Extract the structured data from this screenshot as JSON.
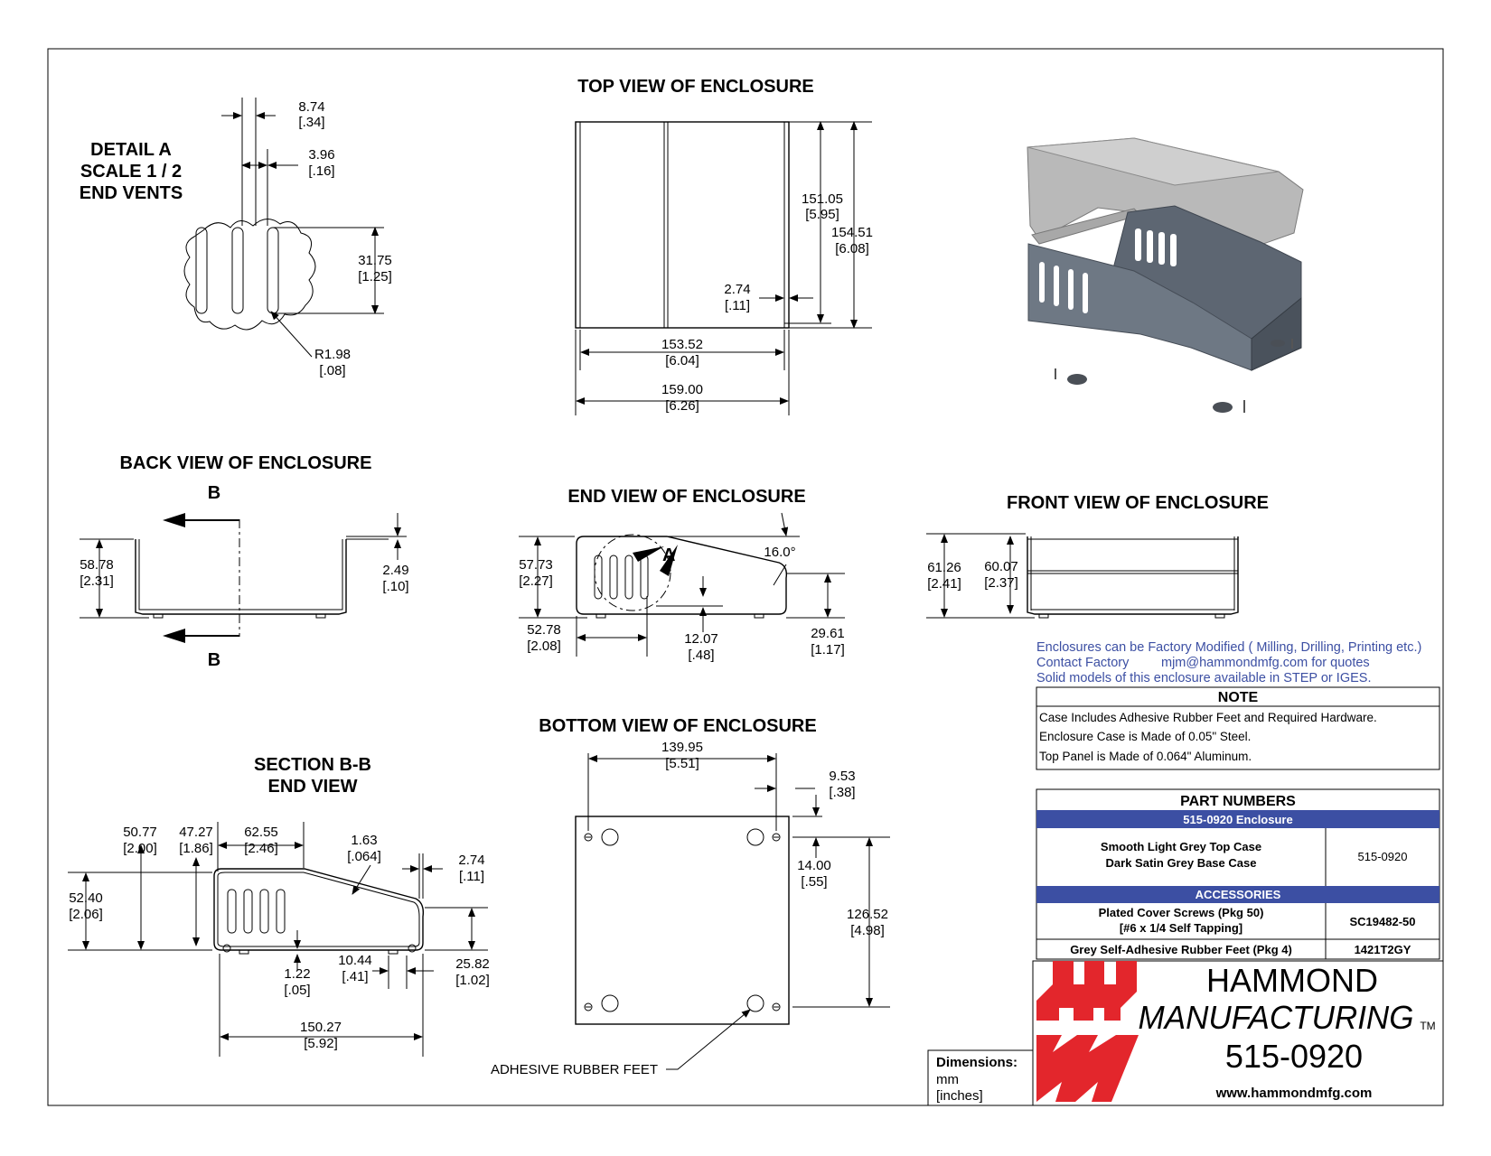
{
  "views": {
    "top": {
      "title": "TOP VIEW OF ENCLOSURE"
    },
    "back": {
      "title": "BACK VIEW OF ENCLOSURE",
      "section_mark": "B"
    },
    "end": {
      "title": "END VIEW OF ENCLOSURE",
      "detail_mark": "A",
      "angle": "16.0°"
    },
    "front": {
      "title": "FRONT VIEW OF ENCLOSURE"
    },
    "bottom": {
      "title": "BOTTOM VIEW OF ENCLOSURE",
      "callout": "ADHESIVE RUBBER FEET"
    },
    "section": {
      "title_line1": "SECTION B-B",
      "title_line2": "END VIEW"
    },
    "detail": {
      "line1": "DETAIL  A",
      "line2": "SCALE 1 / 2",
      "line3": "END VENTS"
    }
  },
  "dimensions": {
    "d_8_74": {
      "mm": "8.74",
      "in": "[.34]"
    },
    "d_3_96": {
      "mm": "3.96",
      "in": "[.16]"
    },
    "d_31_75": {
      "mm": "31.75",
      "in": "[1.25]"
    },
    "d_r1_98": {
      "mm": "R1.98",
      "in": "[.08]"
    },
    "d_151_05": {
      "mm": "151.05",
      "in": "[5.95]"
    },
    "d_154_51": {
      "mm": "154.51",
      "in": "[6.08]"
    },
    "d_2_74_top": {
      "mm": "2.74",
      "in": "[.11]"
    },
    "d_153_52": {
      "mm": "153.52",
      "in": "[6.04]"
    },
    "d_159_00": {
      "mm": "159.00",
      "in": "[6.26]"
    },
    "d_58_78": {
      "mm": "58.78",
      "in": "[2.31]"
    },
    "d_2_49": {
      "mm": "2.49",
      "in": "[.10]"
    },
    "d_57_73": {
      "mm": "57.73",
      "in": "[2.27]"
    },
    "d_52_78": {
      "mm": "52.78",
      "in": "[2.08]"
    },
    "d_12_07": {
      "mm": "12.07",
      "in": "[.48]"
    },
    "d_29_61": {
      "mm": "29.61",
      "in": "[1.17]"
    },
    "d_61_26": {
      "mm": "61.26",
      "in": "[2.41]"
    },
    "d_60_07": {
      "mm": "60.07",
      "in": "[2.37]"
    },
    "d_50_77": {
      "mm": "50.77",
      "in": "[2.00]"
    },
    "d_47_27": {
      "mm": "47.27",
      "in": "[1.86]"
    },
    "d_62_55": {
      "mm": "62.55",
      "in": "[2.46]"
    },
    "d_1_63": {
      "mm": "1.63",
      "in": "[.064]"
    },
    "d_2_74_sec": {
      "mm": "2.74",
      "in": "[.11]"
    },
    "d_52_40": {
      "mm": "52.40",
      "in": "[2.06]"
    },
    "d_1_22": {
      "mm": "1.22",
      "in": "[.05]"
    },
    "d_10_44": {
      "mm": "10.44",
      "in": "[.41]"
    },
    "d_25_82": {
      "mm": "25.82",
      "in": "[1.02]"
    },
    "d_150_27": {
      "mm": "150.27",
      "in": "[5.92]"
    },
    "d_139_95": {
      "mm": "139.95",
      "in": "[5.51]"
    },
    "d_9_53": {
      "mm": "9.53",
      "in": "[.38]"
    },
    "d_14_00": {
      "mm": "14.00",
      "in": "[.55]"
    },
    "d_126_52": {
      "mm": "126.52",
      "in": "[4.98]"
    }
  },
  "info": {
    "line1": "Enclosures can be Factory Modified ( Milling, Drilling, Printing etc.)",
    "line2_label": "Contact Factory",
    "line2_email": "mjm@hammondmfg.com for quotes",
    "line3": "Solid models of this enclosure available in STEP or IGES."
  },
  "note": {
    "header": "NOTE",
    "lines": [
      "Case Includes Adhesive Rubber Feet and Required Hardware.",
      "Enclosure Case is Made of 0.05\" Steel.",
      "Top Panel is Made of 0.064\" Aluminum."
    ]
  },
  "parts": {
    "header": "PART NUMBERS",
    "enclosure_band": "515-0920 Enclosure",
    "desc_line1": "Smooth Light Grey Top Case",
    "desc_line2": "Dark Satin Grey Base Case",
    "part_no": "515-0920",
    "accessories_band": "ACCESSORIES",
    "acc": [
      {
        "desc1": "Plated Cover Screws (Pkg 50)",
        "desc2": "[#6 x 1/4 Self Tapping]",
        "pn": "SC19482-50"
      },
      {
        "desc1": "Grey Self-Adhesive Rubber Feet (Pkg 4)",
        "desc2": "",
        "pn": "1421T2GY"
      }
    ],
    "band_color": "#3c4fa3"
  },
  "units": {
    "label": "Dimensions:",
    "unit1": "mm",
    "unit2": "[inches]"
  },
  "brand": {
    "line1": "HAMMOND",
    "line2": "MANUFACTURING",
    "tm": "TM",
    "part": "515-0920",
    "url": "www.hammondmfg.com",
    "logo_color": "#e3262c"
  }
}
